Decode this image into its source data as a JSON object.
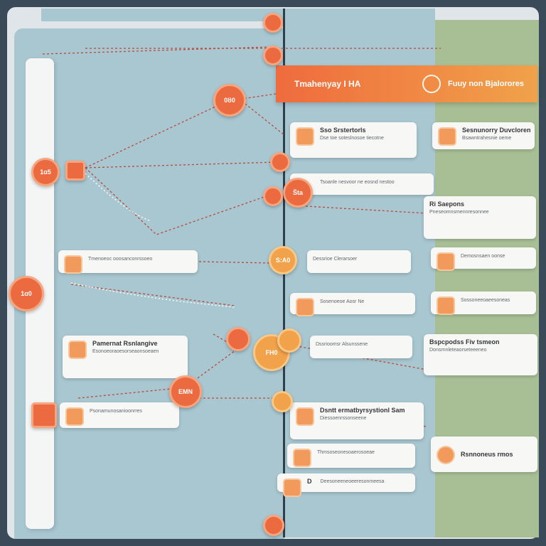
{
  "banner": {
    "left_label": "Tmahenyay I HA",
    "right_label": "Fuuy non Bjalorores"
  },
  "nodes": {
    "n1": "0ȣ0",
    "n2": "1ɑ5",
    "n3": "S̈ta",
    "n4": "S:A0",
    "n5": "1ɑ0",
    "n6": "FH0",
    "n7": "EMN"
  },
  "cards": {
    "mid_1": {
      "title": "Sso Srstertorls",
      "sub": "Dse toe soteslnosoe tiecotne"
    },
    "mid_2": {
      "title": "",
      "sub": "Tsoanle nesvoor ne eosnd nestoo"
    },
    "mid_3": {
      "title": "",
      "sub": "Dessrioe Clerarsoer"
    },
    "mid_4": {
      "title": "",
      "sub": "Sosenoeoe Aosr Ne"
    },
    "mid_5": {
      "title": "",
      "sub": "Dssrioomsr Alsunssene"
    },
    "mid_6": {
      "title": "Dsntt ermatbyrsystionl Sam",
      "sub": "Diessoenrssonseene"
    },
    "mid_7": {
      "title": "",
      "sub": "Thmsoseonesoaerosoeae"
    },
    "mid_8": {
      "title": "D",
      "sub": "Deesoneeneoeeresonmeesa"
    },
    "left_1": {
      "title": "",
      "sub": "Tmenoeoc ooosanconrssoeo"
    },
    "left_2": {
      "title": "Pamernat Rsnlangive",
      "sub": "Esonoeoraoesorseaonsoeaen"
    },
    "left_3": {
      "title": "",
      "sub": "Psonamunosanioonrres"
    },
    "right_1": {
      "title": "Sesnunorry Duvcloren",
      "sub": "Bsawntrahesnie oeme"
    },
    "right_2": {
      "title": "Ri Saepons",
      "sub": "Pneseomnsmennresonnee"
    },
    "right_3": {
      "title": "",
      "sub": "Demosnsaen oonse"
    },
    "right_4": {
      "title": "",
      "sub": "Sossoneeoaeesoneas"
    },
    "right_5": {
      "title": "Bspcpodss Fiv tsmeon",
      "sub": "Donsrnnleteaorseteeeneo"
    },
    "right_6": {
      "title": "Rsnnoneus rmos",
      "sub": ""
    }
  },
  "colors": {
    "accent_orange": "#ec6a40",
    "accent_amber": "#f2a24a",
    "panel_blue": "#a9c7d1",
    "panel_green": "#a8bf95",
    "connector": "#b84a3a"
  }
}
